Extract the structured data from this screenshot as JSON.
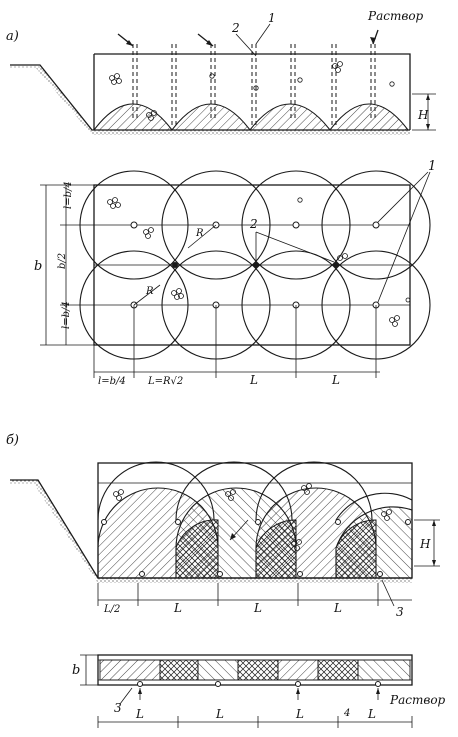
{
  "figure_a": {
    "panel_label": "а)",
    "mortar_label": "Раствор",
    "callout_1": "1",
    "callout_2": "2",
    "height_label": "H",
    "plan_b": "b",
    "plan_b_half": "b/2",
    "plan_l_b4_top": "l=b/4",
    "plan_l_b4_bottom": "l=b/4",
    "plan_callout_1": "1",
    "plan_callout_2": "2",
    "radius_label_1": "R",
    "radius_label_2": "R",
    "dim_l_b4": "l=b/4",
    "dim_L_RV2": "L=R√2",
    "dim_L_1": "L",
    "dim_L_2": "L"
  },
  "figure_b": {
    "panel_label": "б)",
    "height_label": "H",
    "dim_L_half": "L/2",
    "dim_L_1": "L",
    "dim_L_2": "L",
    "dim_L_3": "L",
    "callout_3_section": "3",
    "plan_b": "b",
    "plan_callout_3": "3",
    "plan_L_1": "L",
    "plan_L_2": "L",
    "plan_L_3": "L",
    "plan_L_4": "L",
    "plan_L_small": "4",
    "mortar_label": "Раствор"
  },
  "colors": {
    "ink": "#1a1a1a",
    "paper": "#ffffff"
  }
}
